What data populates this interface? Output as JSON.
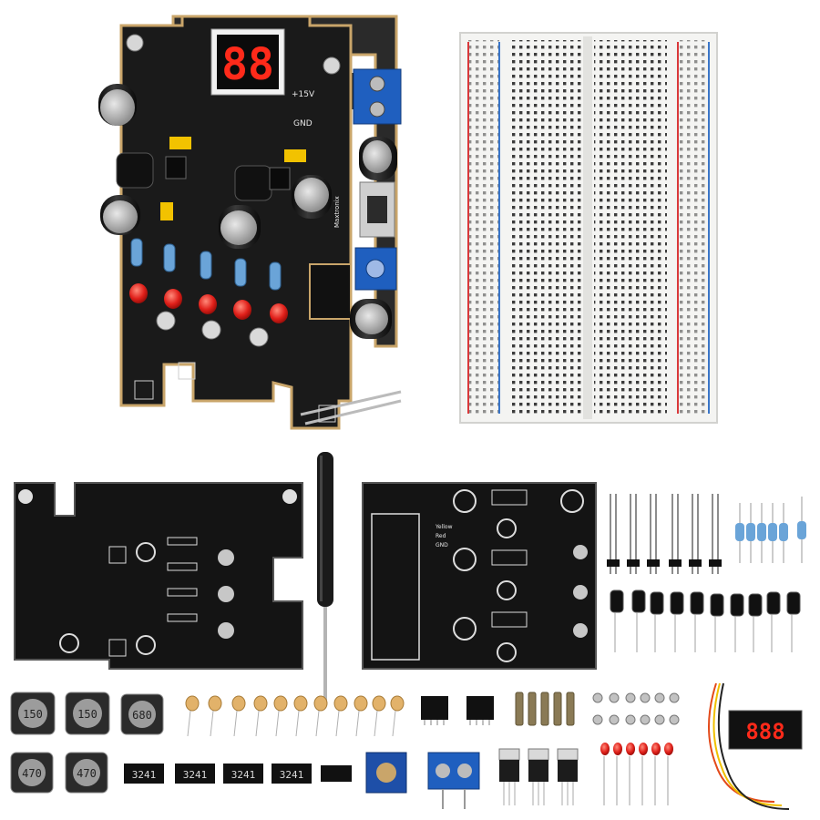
{
  "pcb": {
    "label_vout": "+15V",
    "label_gnd": "GND",
    "display_digits": "88",
    "brand": "Maxtronix",
    "bottom_board_labels": [
      "Yellow",
      "Red",
      "GND"
    ]
  },
  "inductors": [
    "150",
    "150",
    "680",
    "470",
    "470"
  ],
  "resistor_packs": [
    "3241",
    "3241",
    "3241",
    "3241"
  ],
  "mini_display_digits": "888",
  "colors": {
    "pcb": "#1a1a1a",
    "pcb_edge": "#c9a56a",
    "terminal_blue": "#1f5fbf",
    "led_red": "#e0201a",
    "breadboard": "#f4f4f2",
    "rail_red": "#d9383a",
    "rail_blue": "#3a76c8"
  }
}
